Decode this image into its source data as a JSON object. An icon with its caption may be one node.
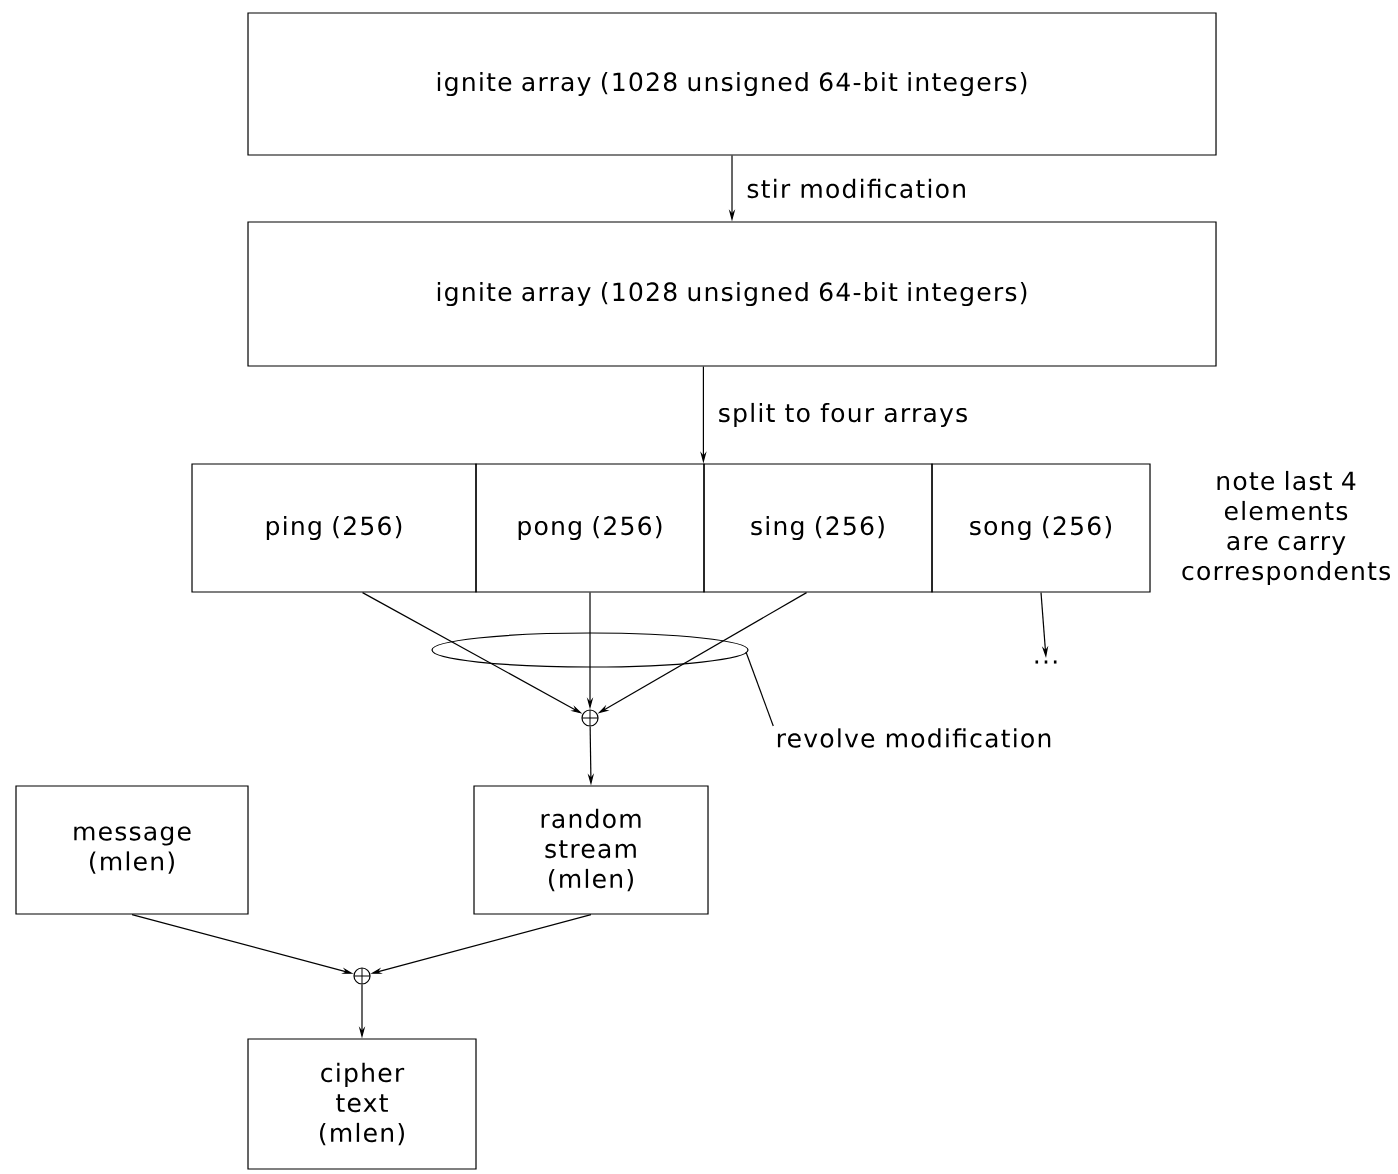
{
  "diagram": {
    "nodes": [
      {
        "text": [
          "ignite array (1028 unsigned 64-bit integers)"
        ]
      },
      {
        "text": [
          "ignite array (1028 unsigned 64-bit integers)"
        ]
      },
      {
        "text": [
          "ping (256)"
        ]
      },
      {
        "text": [
          "pong (256)"
        ]
      },
      {
        "text": [
          "sing (256)"
        ]
      },
      {
        "text": [
          "song (256)"
        ]
      },
      {
        "text": [],
        "shape": "circle"
      },
      {
        "text": [
          "revolve modification"
        ]
      },
      {
        "text": [
          "..."
        ]
      },
      {
        "text": [
          "message (mlen)"
        ]
      },
      {
        "text": [
          "random stream (mlen)"
        ]
      },
      {
        "text": [],
        "shape": "circle"
      },
      {
        "text": [
          "cipher text (mlen)"
        ]
      }
    ],
    "edges": [
      {
        "from": 0,
        "to": 1,
        "arrow": "to",
        "label": "stir modification"
      },
      {
        "from": 1,
        "to": 4,
        "arrow": "to",
        "label": "split to four arrays"
      },
      {
        "from": 2,
        "to": 6,
        "arrow": "to"
      },
      {
        "from": 3,
        "to": 6,
        "arrow": "to"
      },
      {
        "from": 4,
        "to": 6,
        "arrow": "to"
      },
      {
        "from": 7,
        "to": null,
        "arrow": "none"
      },
      {
        "from": 5,
        "to": 8,
        "arrow": "to"
      },
      {
        "from": 6,
        "to": 10,
        "arrow": "to"
      },
      {
        "from": 9,
        "to": 11,
        "arrow": "to"
      },
      {
        "from": 10,
        "to": 11,
        "arrow": "to"
      },
      {
        "from": 11,
        "to": 12,
        "arrow": "to"
      }
    ],
    "labels": [
      "note last 4 elements are carry correspondents"
    ]
  }
}
